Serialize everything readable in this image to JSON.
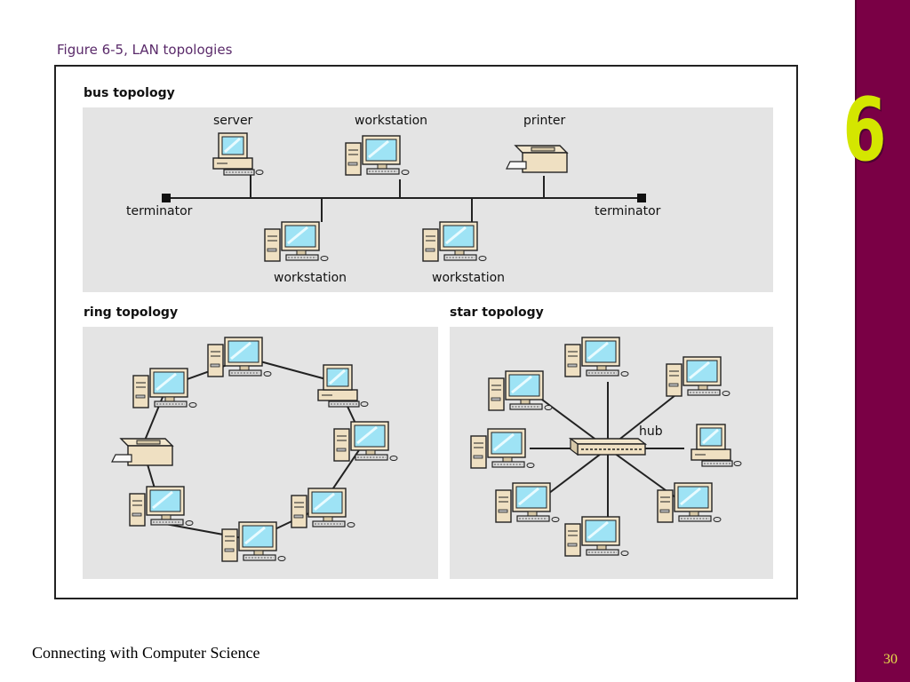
{
  "slide": {
    "figure_title": "Figure 6-5, LAN topologies",
    "chapter_number": "6",
    "page_number": "30",
    "footer": "Connecting with Computer Science",
    "accent_color": "#7a0045",
    "chapter_color": "#d4e600"
  },
  "bus": {
    "title": "bus topology",
    "labels": {
      "server": "server",
      "workstation_top": "workstation",
      "printer": "printer",
      "terminator_left": "terminator",
      "terminator_right": "terminator",
      "workstation_bottom_left": "workstation",
      "workstation_bottom_right": "workstation"
    }
  },
  "ring": {
    "title": "ring topology"
  },
  "star": {
    "title": "star topology",
    "hub_label": "hub"
  }
}
